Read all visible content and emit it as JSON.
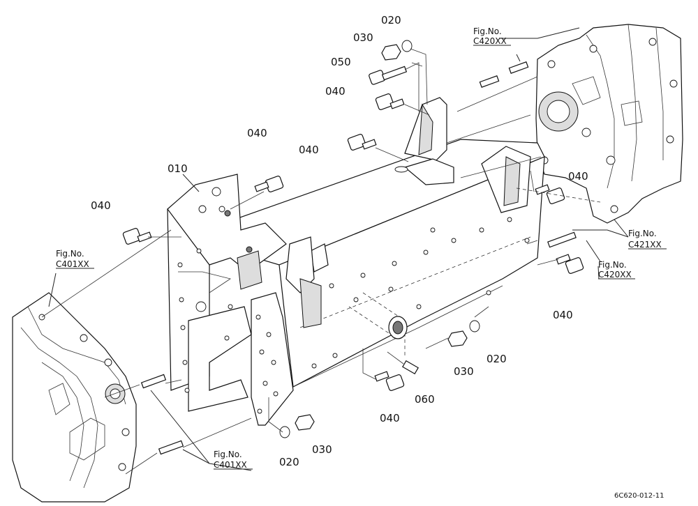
{
  "labels": {
    "p010": "010",
    "p020_top": "020",
    "p030_top": "030",
    "p050": "050",
    "p040_a": "040",
    "p040_b": "040",
    "p040_c": "040",
    "p040_d": "040",
    "p040_e": "040",
    "p040_f": "040",
    "p040_g": "040",
    "p020_right": "020",
    "p030_right": "030",
    "p060": "060",
    "p020_bottom": "020",
    "p030_bottom": "030"
  },
  "refs": {
    "fig_no": "Fig.No.",
    "c420_top": "C420XX",
    "c421": "C421XX",
    "c420_right": "C420XX",
    "c401_left": "C401XX",
    "c401_bottom": "C401XX"
  },
  "drawing_code": "6C620-012-11"
}
